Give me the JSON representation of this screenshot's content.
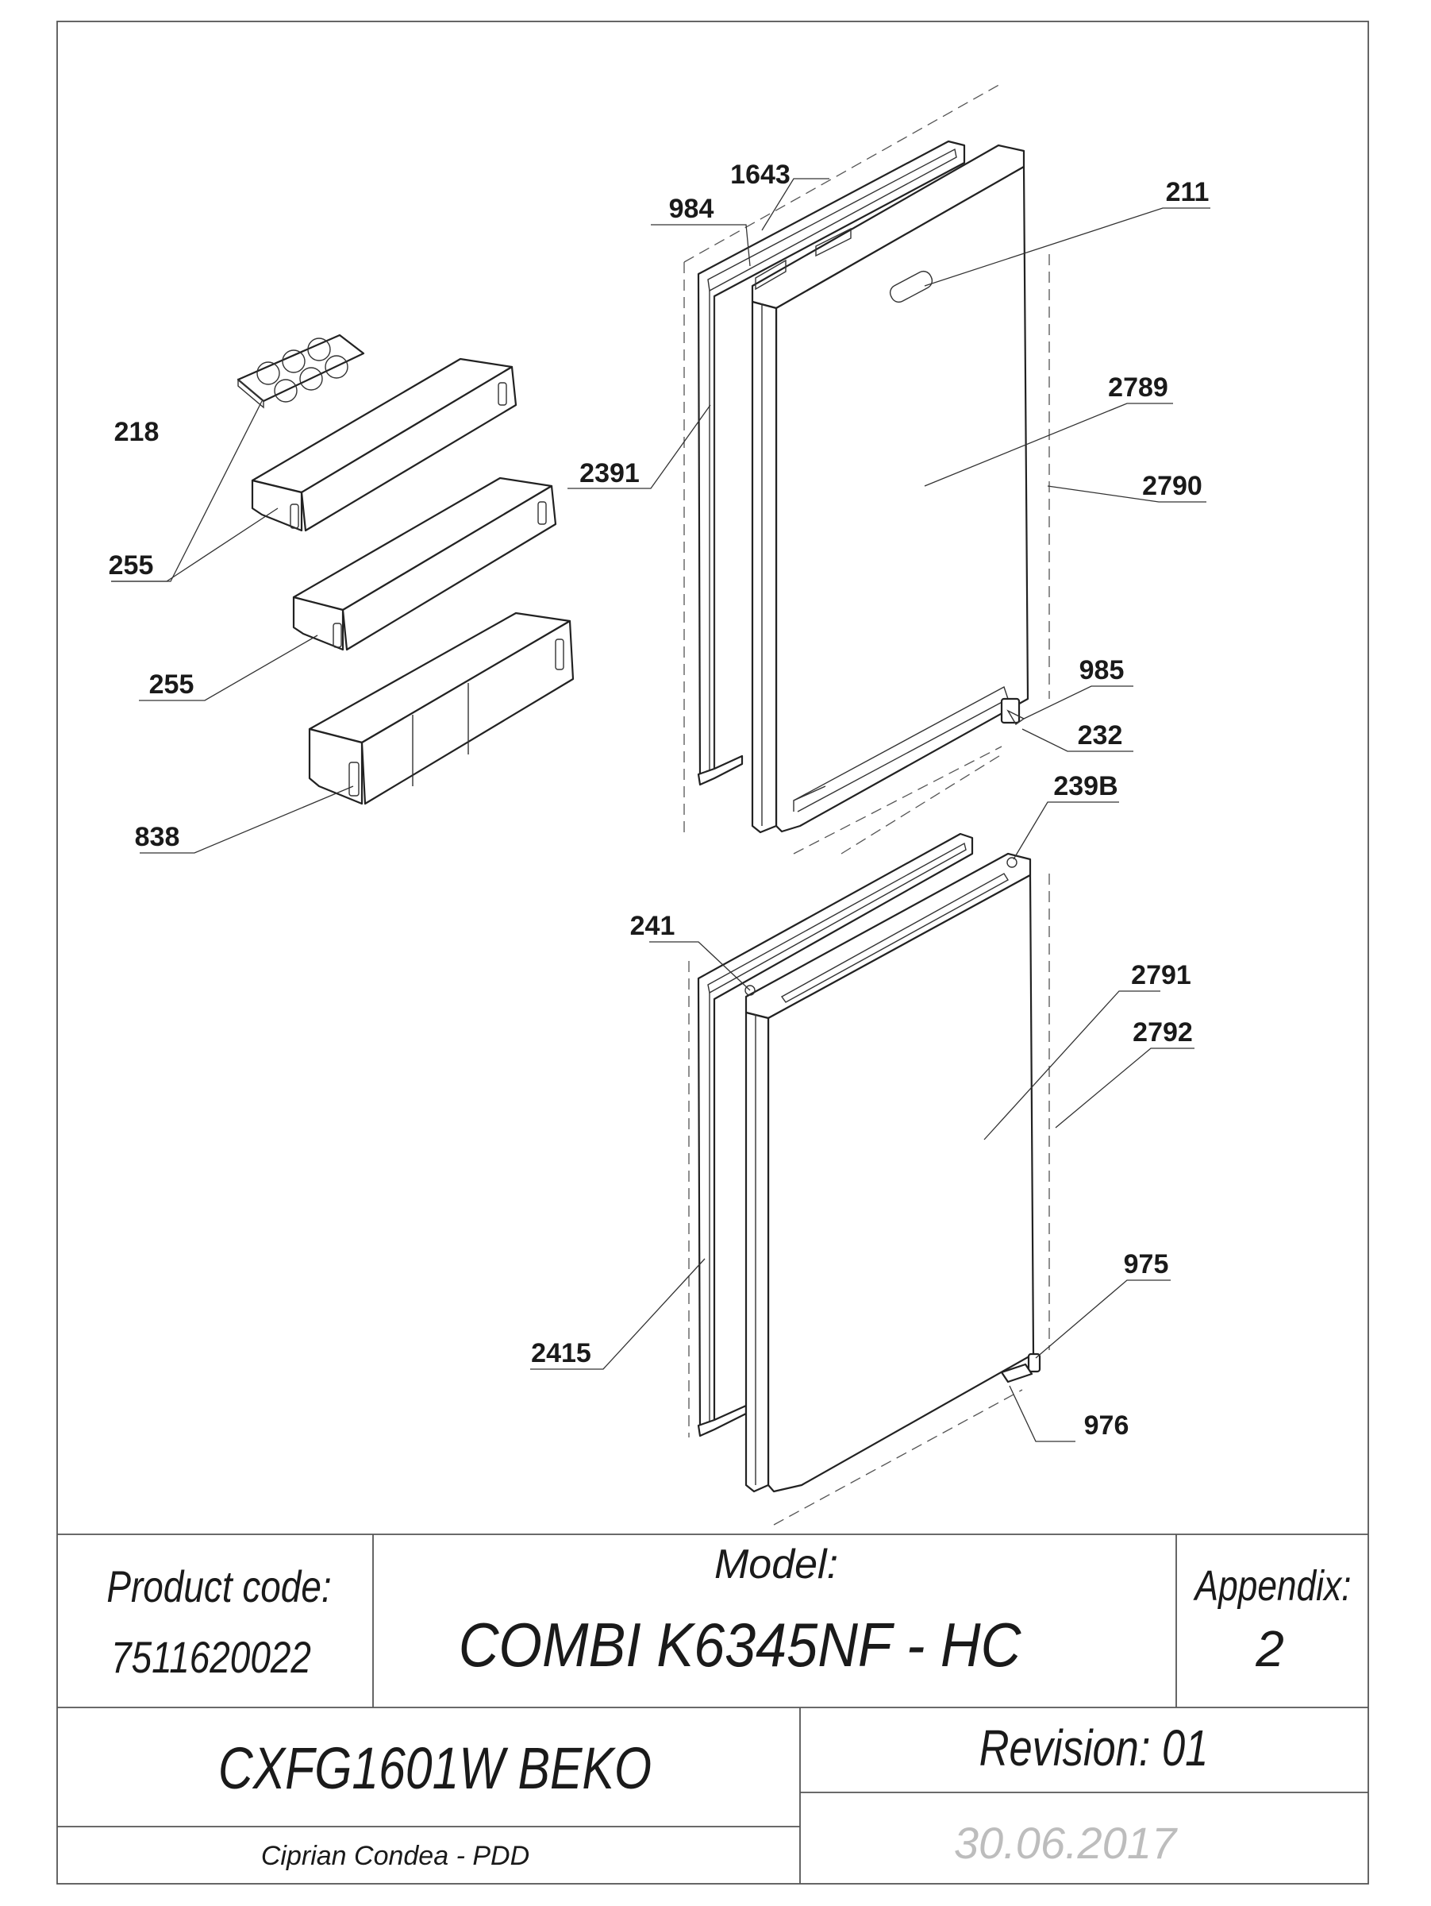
{
  "callouts": {
    "c1643": "1643",
    "c984": "984",
    "c211": "211",
    "c218": "218",
    "c2789": "2789",
    "c2391": "2391",
    "c2790": "2790",
    "c255a": "255",
    "c255b": "255",
    "c985": "985",
    "c232": "232",
    "c239B": "239B",
    "c838": "838",
    "c241": "241",
    "c2791": "2791",
    "c2792": "2792",
    "c975": "975",
    "c2415": "2415",
    "c976": "976"
  },
  "title_block": {
    "product_code_label": "Product code:",
    "product_code_value": "7511620022",
    "model_label": "Model:",
    "model_value": "COMBI K6345NF - HC",
    "appendix_label": "Appendix:",
    "appendix_value": "2",
    "variant": "CXFG1601W BEKO",
    "revision": "Revision: 01",
    "author": "Ciprian Condea - PDD",
    "date": "30.06.2017"
  }
}
